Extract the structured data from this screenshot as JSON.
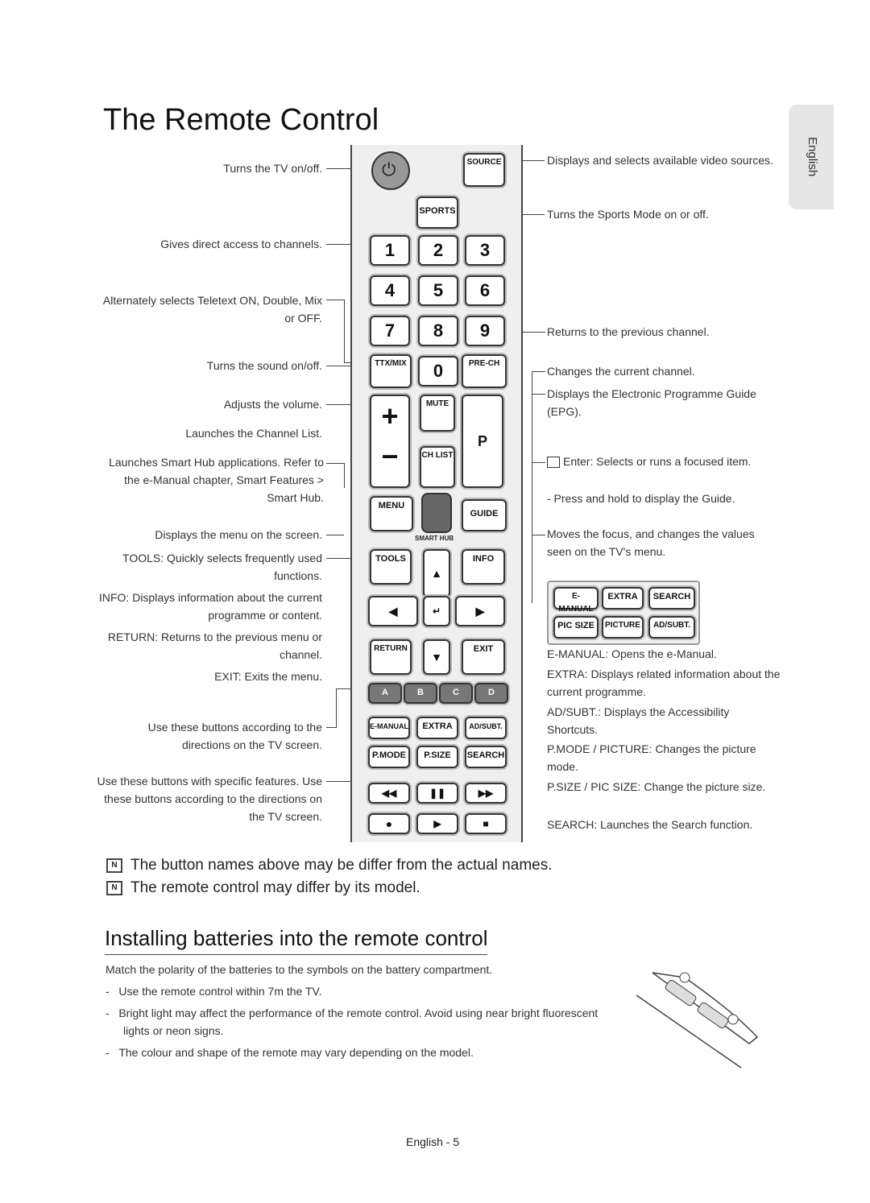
{
  "page": {
    "title": "The Remote Control",
    "language_tab": "English",
    "footer": "English - 5"
  },
  "left_callouts": [
    "Turns the TV on/off.",
    "Gives direct access to channels.",
    "Alternately selects Teletext ON, Double, Mix or OFF.",
    "Turns the sound on/off.",
    "Adjusts the volume.",
    "Launches the Channel List.",
    "Launches Smart Hub applications. Refer to the e-Manual chapter, Smart Features > Smart Hub.",
    "Displays the menu on the screen.",
    "TOOLS: Quickly selects frequently used functions.",
    "INFO: Displays information about the current programme or content.",
    "RETURN: Returns to the previous menu or channel.",
    "EXIT: Exits the menu.",
    "Use these buttons according to the directions on the TV screen.",
    "Use these buttons with specific features. Use these buttons according to the directions on the TV screen."
  ],
  "right_callouts": [
    "Displays and selects available video sources.",
    "Turns the Sports Mode on or off.",
    "Returns to the previous channel.",
    "Changes the current channel.",
    "Displays the Electronic Programme Guide (EPG).",
    "Enter: Selects or runs a focused item.",
    "-  Press and hold to display the Guide.",
    "Moves the focus, and changes the values seen on the TV's menu.",
    "E-MANUAL: Opens the e-Manual.",
    "EXTRA: Displays related information about the current programme.",
    "AD/SUBT.: Displays the Accessibility Shortcuts.",
    "P.MODE / PICTURE: Changes the picture mode.",
    "P.SIZE / PIC SIZE: Change the picture size.",
    "SEARCH: Launches the Search function."
  ],
  "remote": {
    "source": "SOURCE",
    "sports": "SPORTS",
    "digits": [
      "1",
      "2",
      "3",
      "4",
      "5",
      "6",
      "7",
      "8",
      "9",
      "0"
    ],
    "ttx": "TTX/MIX",
    "prech": "PRE-CH",
    "mute": "MUTE",
    "chlist": "CH LIST",
    "p": "P",
    "menu": "MENU",
    "smarthub": "SMART HUB",
    "guide": "GUIDE",
    "tools": "TOOLS",
    "info": "INFO",
    "return": "RETURN",
    "exit": "EXIT",
    "colors": [
      "A",
      "B",
      "C",
      "D"
    ],
    "row1": [
      "E-MANUAL",
      "EXTRA",
      "AD/SUBT."
    ],
    "row2": [
      "P.MODE",
      "P.SIZE",
      "SEARCH"
    ]
  },
  "panel": {
    "row1": [
      "E-MANUAL",
      "EXTRA",
      "SEARCH"
    ],
    "row2": [
      "PIC SIZE",
      "PICTURE",
      "AD/SUBT."
    ]
  },
  "notes": [
    "The button names above may be differ from the actual names.",
    "The remote control may differ by its model."
  ],
  "batteries": {
    "heading": "Installing batteries into the remote control",
    "intro": "Match the polarity of the batteries to the symbols on the battery compartment.",
    "bullets": [
      "Use the remote control within 7m the TV.",
      "Bright light may affect the performance of the remote control. Avoid using near bright fluorescent lights or neon signs.",
      "The colour and shape of the remote may vary depending on the model."
    ]
  }
}
